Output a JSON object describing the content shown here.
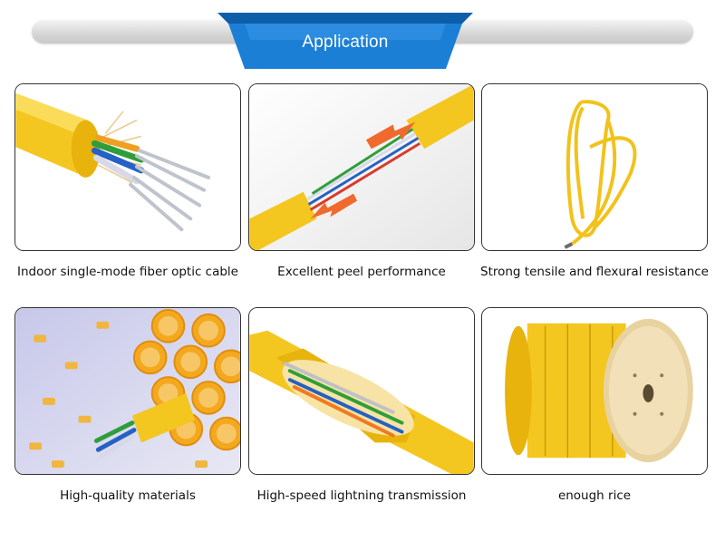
{
  "header": {
    "title": "Application"
  },
  "colors": {
    "accent_blue": "#1c7fd6",
    "cable_yellow": "#f5c518",
    "header_bar": "#d6d6d6"
  },
  "cards": [
    {
      "caption": "Indoor single-mode fiber optic cable",
      "image": "fiber-cable-cutaway"
    },
    {
      "caption": "Excellent peel performance",
      "image": "peeled-cable-arrows"
    },
    {
      "caption": "Strong tensile and flexural resistance",
      "image": "coiled-cable"
    },
    {
      "caption": "High-quality materials",
      "image": "cable-tube-pile"
    },
    {
      "caption": "High-speed lightning transmission",
      "image": "cable-cross-section"
    },
    {
      "caption": "enough rice",
      "image": "cable-drum-reel"
    }
  ]
}
